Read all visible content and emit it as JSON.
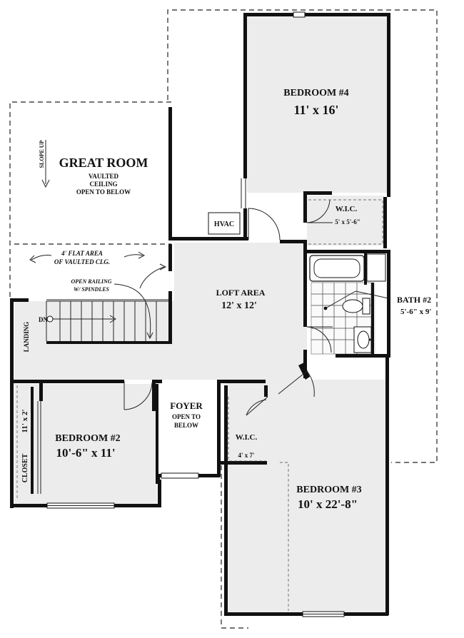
{
  "rooms": {
    "bedroom4": {
      "name": "BEDROOM #4",
      "size": "11' x 16'"
    },
    "great_room": {
      "name": "GREAT ROOM",
      "line1": "VAULTED",
      "line2": "CEILING",
      "line3": "OPEN TO BELOW"
    },
    "wic_upper": {
      "name": "W.I.C.",
      "size": "5' x 5'-6\""
    },
    "loft": {
      "name": "LOFT AREA",
      "size": "12' x 12'"
    },
    "bath2": {
      "name": "BATH #2",
      "size": "5'-6\" x 9'"
    },
    "foyer": {
      "name": "FOYER",
      "line1": "OPEN TO",
      "line2": "BELOW"
    },
    "bedroom2": {
      "name": "BEDROOM #2",
      "size": "10'-6\" x 11'"
    },
    "closet": {
      "name": "CLOSET",
      "size": "11' x 2'"
    },
    "wic_lower": {
      "name": "W.I.C.",
      "size": "4' x 7'"
    },
    "bedroom3": {
      "name": "BEDROOM #3",
      "size": "10' x 22'-8\""
    }
  },
  "labels": {
    "hvac": "HVAC",
    "slope_up": "SLOPE UP",
    "flat_area_line1": "4' FLAT AREA",
    "flat_area_line2": "OF VAULTED CLG.",
    "railing_line1": "OPEN RAILING",
    "railing_line2": "W/ SPINDLES",
    "landing": "LANDING",
    "dn": "DN"
  },
  "icons": [
    "stair-arrow-icon",
    "bathtub-icon",
    "toilet-icon",
    "sink-icon",
    "door-swing-icon"
  ]
}
